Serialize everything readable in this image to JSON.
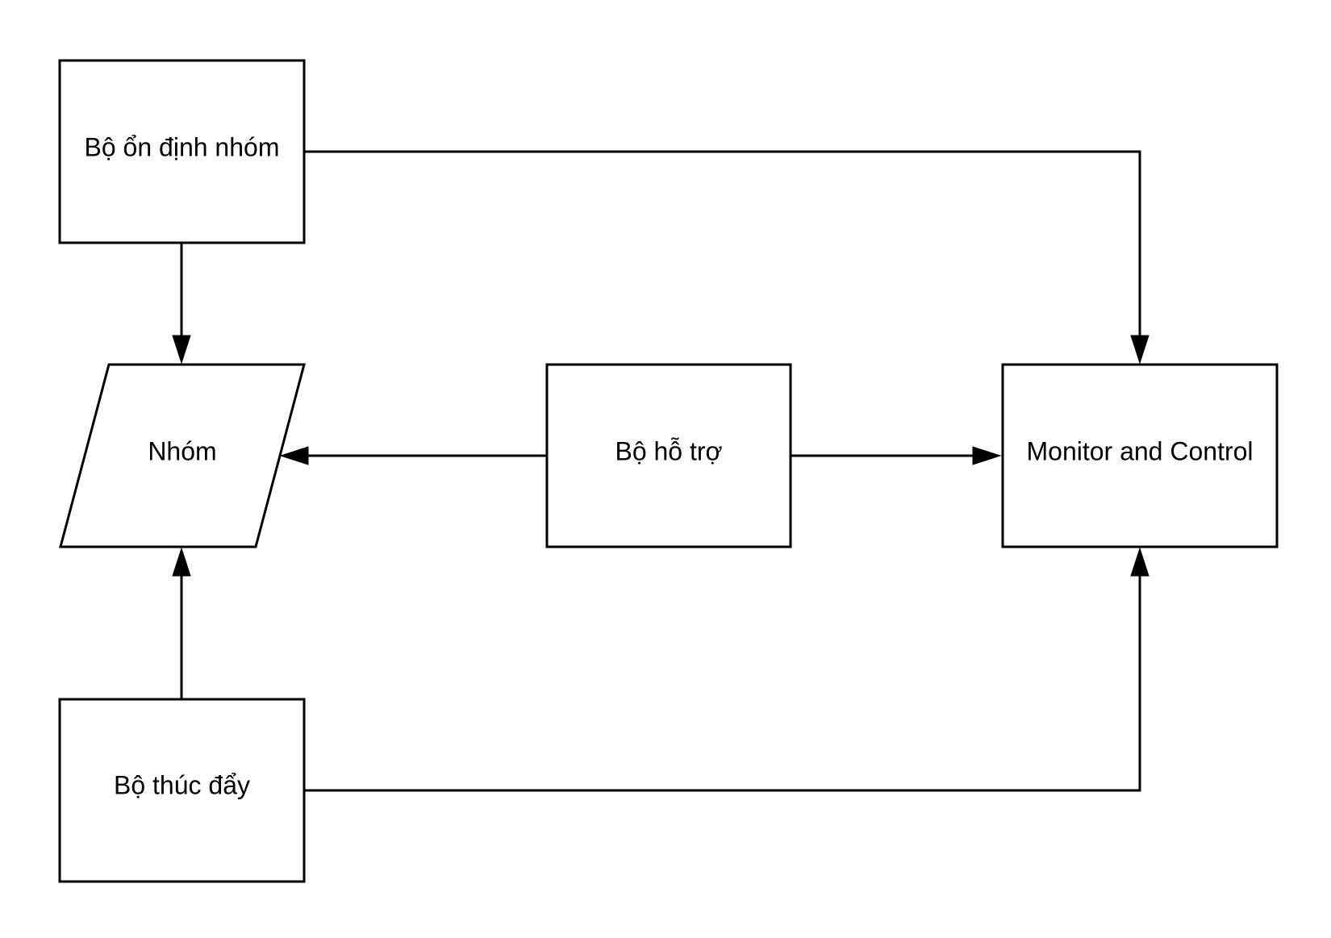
{
  "diagram": {
    "nodes": {
      "group_stabilizer": {
        "label": "Bộ ổn định nhóm",
        "shape": "rectangle"
      },
      "group": {
        "label": "Nhóm",
        "shape": "parallelogram"
      },
      "supporter": {
        "label": "Bộ hỗ trợ",
        "shape": "rectangle"
      },
      "monitor_control": {
        "label": "Monitor and Control",
        "shape": "rectangle"
      },
      "motivator": {
        "label": "Bộ thúc đẩy",
        "shape": "rectangle"
      }
    },
    "edges": [
      {
        "from": "group_stabilizer",
        "to": "group"
      },
      {
        "from": "group_stabilizer",
        "to": "monitor_control"
      },
      {
        "from": "supporter",
        "to": "group"
      },
      {
        "from": "supporter",
        "to": "monitor_control"
      },
      {
        "from": "motivator",
        "to": "group"
      },
      {
        "from": "motivator",
        "to": "monitor_control"
      }
    ],
    "colors": {
      "stroke": "#000000",
      "fill": "#ffffff",
      "text": "#000000"
    }
  }
}
